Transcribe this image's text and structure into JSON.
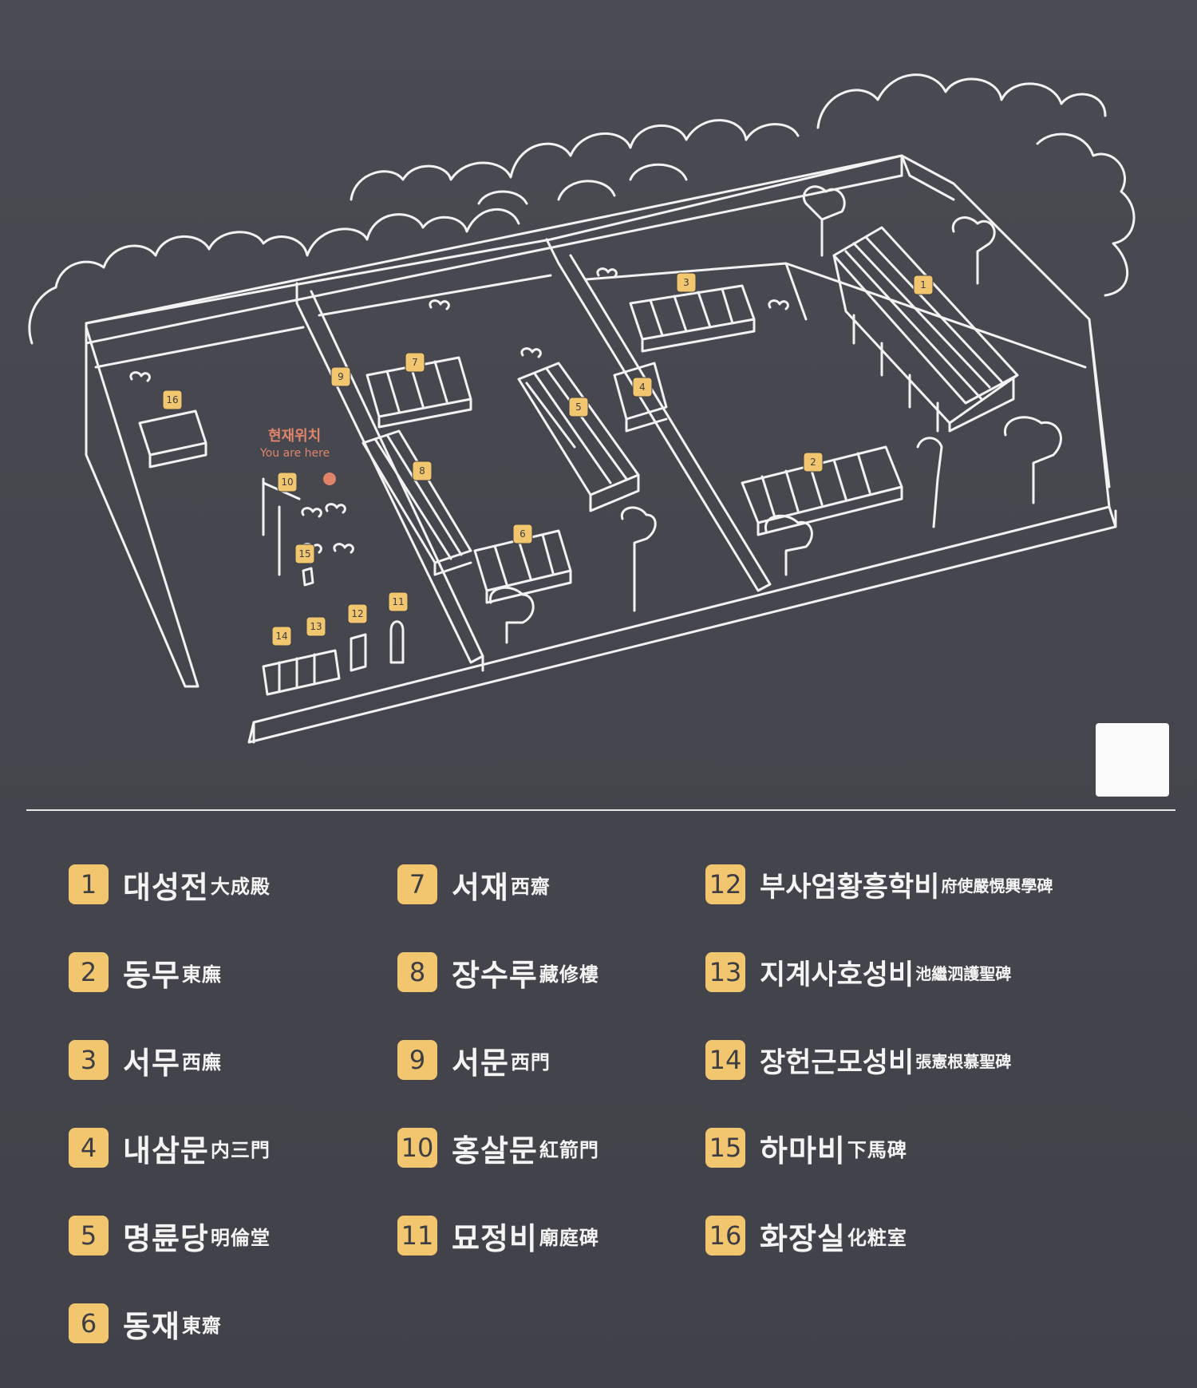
{
  "current_location": {
    "korean": "현재위치",
    "english": "You are here"
  },
  "colors": {
    "background": "#45464d",
    "badge": "#f1c66f",
    "line": "#f2f2f2",
    "here": "#e0846a"
  },
  "legend": [
    {
      "num": "1",
      "ko": "대성전",
      "hanja": "大成殿"
    },
    {
      "num": "2",
      "ko": "동무",
      "hanja": "東廡"
    },
    {
      "num": "3",
      "ko": "서무",
      "hanja": "西廡"
    },
    {
      "num": "4",
      "ko": "내삼문",
      "hanja": "内三門"
    },
    {
      "num": "5",
      "ko": "명륜당",
      "hanja": "明倫堂"
    },
    {
      "num": "6",
      "ko": "동재",
      "hanja": "東齋"
    },
    {
      "num": "7",
      "ko": "서재",
      "hanja": "西齋"
    },
    {
      "num": "8",
      "ko": "장수루",
      "hanja": "藏修樓"
    },
    {
      "num": "9",
      "ko": "서문",
      "hanja": "西門"
    },
    {
      "num": "10",
      "ko": "홍살문",
      "hanja": "紅箭門"
    },
    {
      "num": "11",
      "ko": "묘정비",
      "hanja": "廟庭碑"
    },
    {
      "num": "12",
      "ko": "부사엄황흥학비",
      "hanja": "府使嚴愰興學碑"
    },
    {
      "num": "13",
      "ko": "지계사호성비",
      "hanja": "池繼泗護聖碑"
    },
    {
      "num": "14",
      "ko": "장헌근모성비",
      "hanja": "張憲根慕聖碑"
    },
    {
      "num": "15",
      "ko": "하마비",
      "hanja": "下馬碑"
    },
    {
      "num": "16",
      "ko": "화장실",
      "hanja": "化粧室"
    }
  ]
}
